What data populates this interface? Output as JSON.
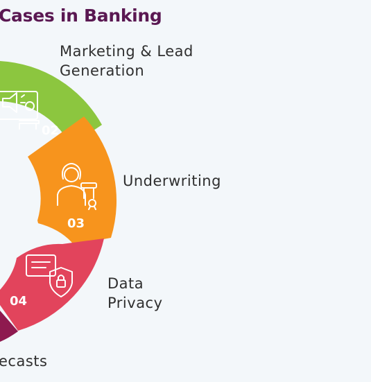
{
  "title": "Cases in Banking",
  "segments": [
    {
      "number": "02",
      "label_line1": "Marketing & Lead",
      "label_line2": "Generation",
      "color": "#8cc63f",
      "icon": "megaphone-monitor-icon"
    },
    {
      "number": "03",
      "label_line1": "Underwriting",
      "label_line2": "",
      "color": "#f7941d",
      "icon": "underwriter-person-icon"
    },
    {
      "number": "04",
      "label_line1": "Data",
      "label_line2": "Privacy",
      "color": "#e2445c",
      "icon": "document-shield-lock-icon"
    },
    {
      "number": "",
      "label_line1": "ecasts",
      "label_line2": "",
      "color": "#8e1a4f",
      "icon": ""
    }
  ]
}
